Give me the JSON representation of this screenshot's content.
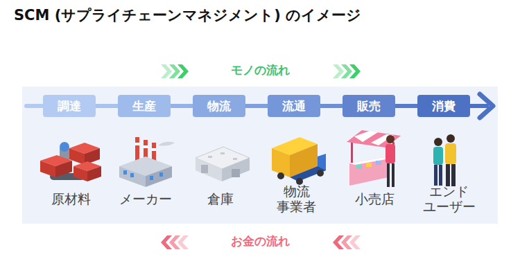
{
  "diagram": {
    "title": "SCM (サプライチェーンマネジメント) のイメージ",
    "nodes": [
      {
        "text": [
          "調達"
        ]
      },
      {
        "text": [
          "生産"
        ]
      },
      {
        "text": [
          "物流"
        ]
      },
      {
        "text": [
          "流通"
        ]
      },
      {
        "text": [
          "販売"
        ]
      },
      {
        "text": [
          "消費"
        ]
      }
    ],
    "edges": [
      {
        "from": 0,
        "to": 1,
        "arrow": "none"
      },
      {
        "from": 1,
        "to": 2,
        "arrow": "none"
      },
      {
        "from": 2,
        "to": 3,
        "arrow": "none"
      },
      {
        "from": 3,
        "to": 4,
        "arrow": "none"
      },
      {
        "from": 4,
        "to": 5,
        "arrow": "none"
      }
    ],
    "labels": [
      "モノの流れ",
      "原材料",
      "メーカー",
      "倉庫",
      "物流 事業者",
      "小売店",
      "エンド ユーザー",
      "お金の流れ"
    ]
  }
}
